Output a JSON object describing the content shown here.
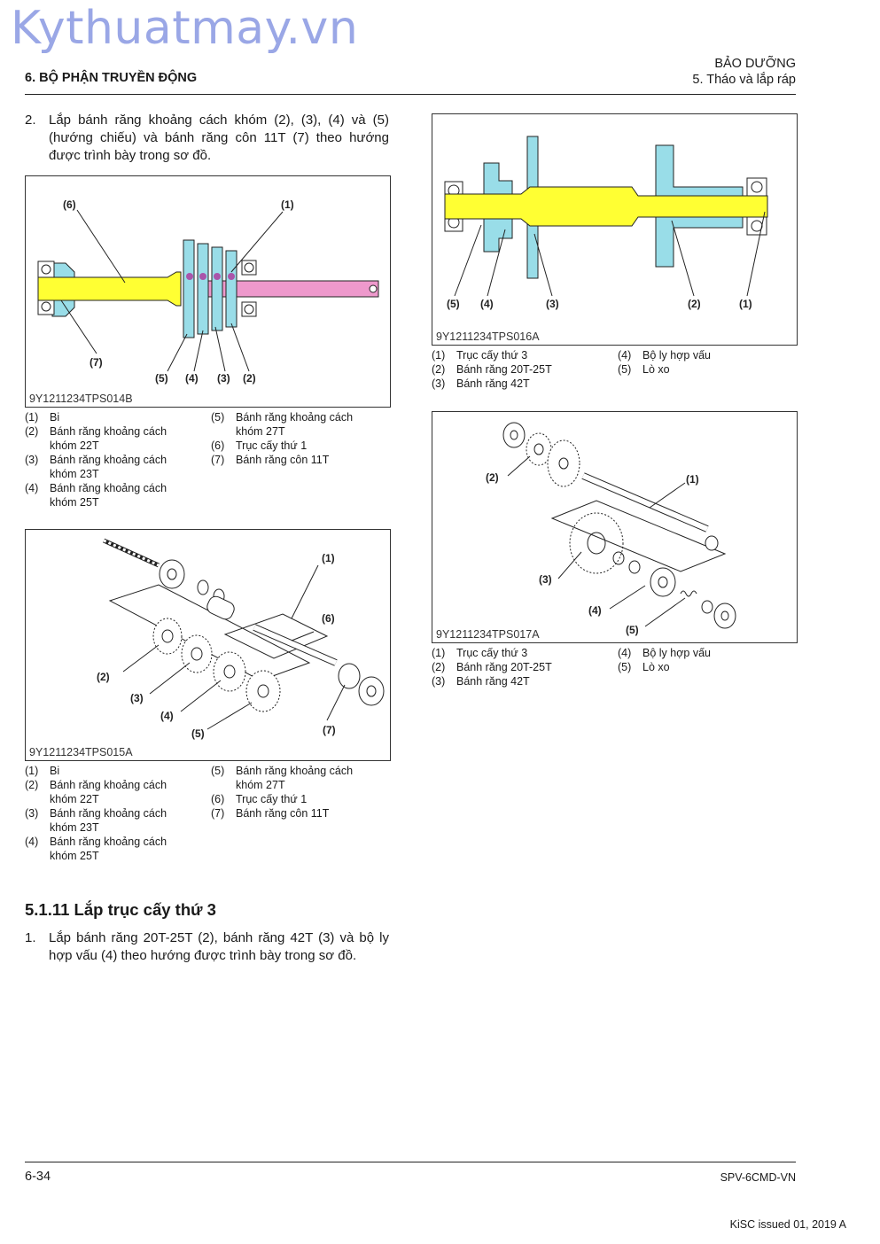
{
  "watermark": "Kythuatmay.vn",
  "header": {
    "section": "6. BỘ PHẬN TRUYỀN ĐỘNG",
    "chapter": "BẢO DƯỠNG",
    "subchapter": "5. Tháo và lắp ráp"
  },
  "step2": {
    "num": "2.",
    "text": "Lắp bánh răng khoảng cách khóm (2), (3), (4) và (5) (hướng chiếu) và bánh răng côn 11T (7) theo hướng được trình bày trong sơ đồ."
  },
  "figures": {
    "fig014": {
      "code": "9Y1211234TPS014B",
      "labels": [
        "(1)",
        "(2)",
        "(3)",
        "(4)",
        "(5)",
        "(6)",
        "(7)"
      ]
    },
    "fig015": {
      "code": "9Y1211234TPS015A",
      "labels": [
        "(1)",
        "(2)",
        "(3)",
        "(4)",
        "(5)",
        "(6)",
        "(7)"
      ]
    },
    "fig016": {
      "code": "9Y1211234TPS016A",
      "labels": [
        "(1)",
        "(2)",
        "(3)",
        "(4)",
        "(5)"
      ]
    },
    "fig017": {
      "code": "9Y1211234TPS017A",
      "labels": [
        "(1)",
        "(2)",
        "(3)",
        "(4)",
        "(5)"
      ]
    }
  },
  "legend_a": [
    {
      "n": "(1)",
      "t": "Bi"
    },
    {
      "n": "(2)",
      "t": "Bánh răng khoảng cách khóm 22T"
    },
    {
      "n": "(3)",
      "t": "Bánh răng khoảng cách khóm 23T"
    },
    {
      "n": "(4)",
      "t": "Bánh răng khoảng cách khóm 25T"
    },
    {
      "n": "(5)",
      "t": "Bánh răng khoảng cách khóm 27T"
    },
    {
      "n": "(6)",
      "t": "Trục cấy thứ 1"
    },
    {
      "n": "(7)",
      "t": "Bánh răng côn 11T"
    }
  ],
  "legend_b": [
    {
      "n": "(1)",
      "t": "Trục cấy thứ 3"
    },
    {
      "n": "(2)",
      "t": "Bánh răng 20T-25T"
    },
    {
      "n": "(3)",
      "t": "Bánh răng 42T"
    },
    {
      "n": "(4)",
      "t": "Bộ ly hợp vấu"
    },
    {
      "n": "(5)",
      "t": "Lò xo"
    }
  ],
  "section": {
    "title": "5.1.11 Lắp trục cấy thứ 3"
  },
  "step1": {
    "num": "1.",
    "text": "Lắp bánh răng 20T-25T (2), bánh răng 42T (3) và bộ ly hợp vấu (4) theo hướng được trình bày trong sơ đồ."
  },
  "footer": {
    "page": "6-34",
    "doc": "SPV-6CMD-VN",
    "issued": "KiSC issued 01, 2019 A"
  },
  "colors": {
    "shaft_yellow": "#ffff33",
    "gear_cyan": "#99dde8",
    "pink": "#ee99cc",
    "watermark": "#9aa7e6"
  }
}
